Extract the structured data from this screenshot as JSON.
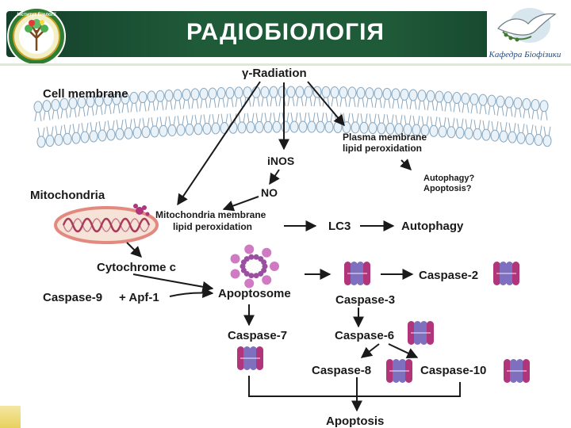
{
  "header": {
    "title": "РАДІОБІОЛОГІЯ",
    "left_logo_text": "Інститут Біології",
    "right_logo_caption": "Кафедра Біофізики"
  },
  "diagram": {
    "radiation": "γ-Radiation",
    "cell_membrane": "Cell membrane",
    "inos": "iNOS",
    "plasma_line1": "Plasma membrane",
    "plasma_line2": "lipid peroxidation",
    "autophagy_q": "Autophagy?",
    "apoptosis_q": "Apoptosis?",
    "mitochondria": "Mitochondria",
    "no": "NO",
    "mito_line1": "Mitochondria membrane",
    "mito_line2": "lipid peroxidation",
    "lc3": "LC3",
    "autophagy": "Autophagy",
    "cytochrome": "Cytochrome c",
    "caspase9": "Caspase-9",
    "apf1": "+ Apf-1",
    "apoptosome": "Apoptosome",
    "caspase2": "Caspase-2",
    "caspase3": "Caspase-3",
    "caspase7": "Caspase-7",
    "caspase6": "Caspase-6",
    "caspase8": "Caspase-8",
    "caspase10": "Caspase-10",
    "apoptosis": "Apoptosis"
  },
  "colors": {
    "banner": "#1f5a39",
    "arrow": "#1a1a1a",
    "membrane_head": "#e8f2f8",
    "membrane_stroke": "#8aa8c0",
    "mito_outer": "#e38a80",
    "mito_inner": "#a93a5a",
    "protein_a": "#b0357a",
    "protein_b": "#7f6fbf",
    "apoptosome": "#9b4fa0"
  }
}
